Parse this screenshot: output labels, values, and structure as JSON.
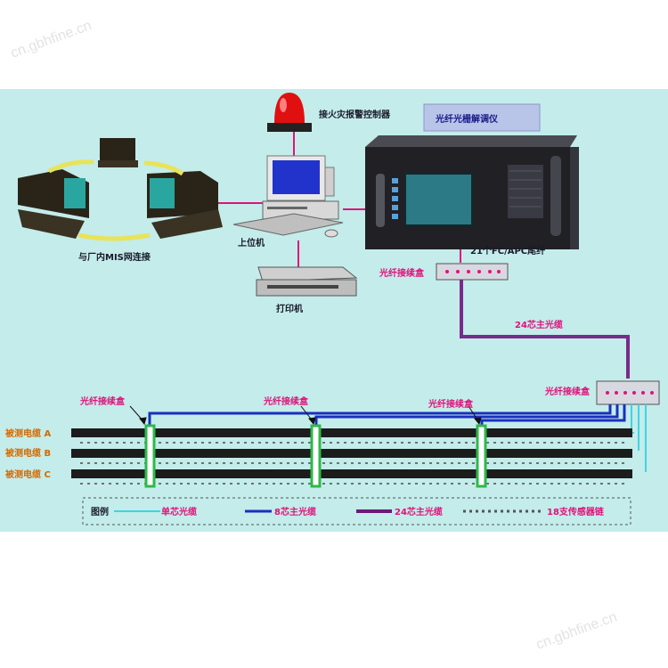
{
  "watermark": {
    "text": "cn.gbhfine.cn"
  },
  "labels": {
    "fire_alarm": "接火灾报警控制器",
    "analyzer_title": "光纤光栅解调仪",
    "host_pc": "上位机",
    "mis_link": "与厂内MIS网连接",
    "printer": "打印机",
    "pigtail": "21个FC/APC尾纤",
    "splice_box_top": "光纤接续盒",
    "main_cable_24": "24芯主光缆",
    "splice_box_right": "光纤接续盒",
    "splice_box_1": "光纤接续盒",
    "splice_box_2": "光纤接续盒",
    "splice_box_3": "光纤接续盒"
  },
  "cables": {
    "a": "被测电缆 A",
    "b": "被测电缆 B",
    "c": "被测电缆 C"
  },
  "legend": {
    "title": "图例",
    "items": [
      {
        "label": "单芯光缆",
        "color": "#3fd4e4"
      },
      {
        "label": "8芯主光缆",
        "color": "#1a2fbf"
      },
      {
        "label": "24芯主光缆",
        "color": "#6a1a7a"
      },
      {
        "label": "18支传感器链",
        "color": "#555555"
      }
    ]
  },
  "colors": {
    "background": "#c3ecea",
    "pink_line": "#e0127b",
    "main_cable": "#7a2a8a",
    "eight_core": "#1a2fbf",
    "single_core": "#3fd4e4",
    "clamp": "#2fb84a"
  }
}
